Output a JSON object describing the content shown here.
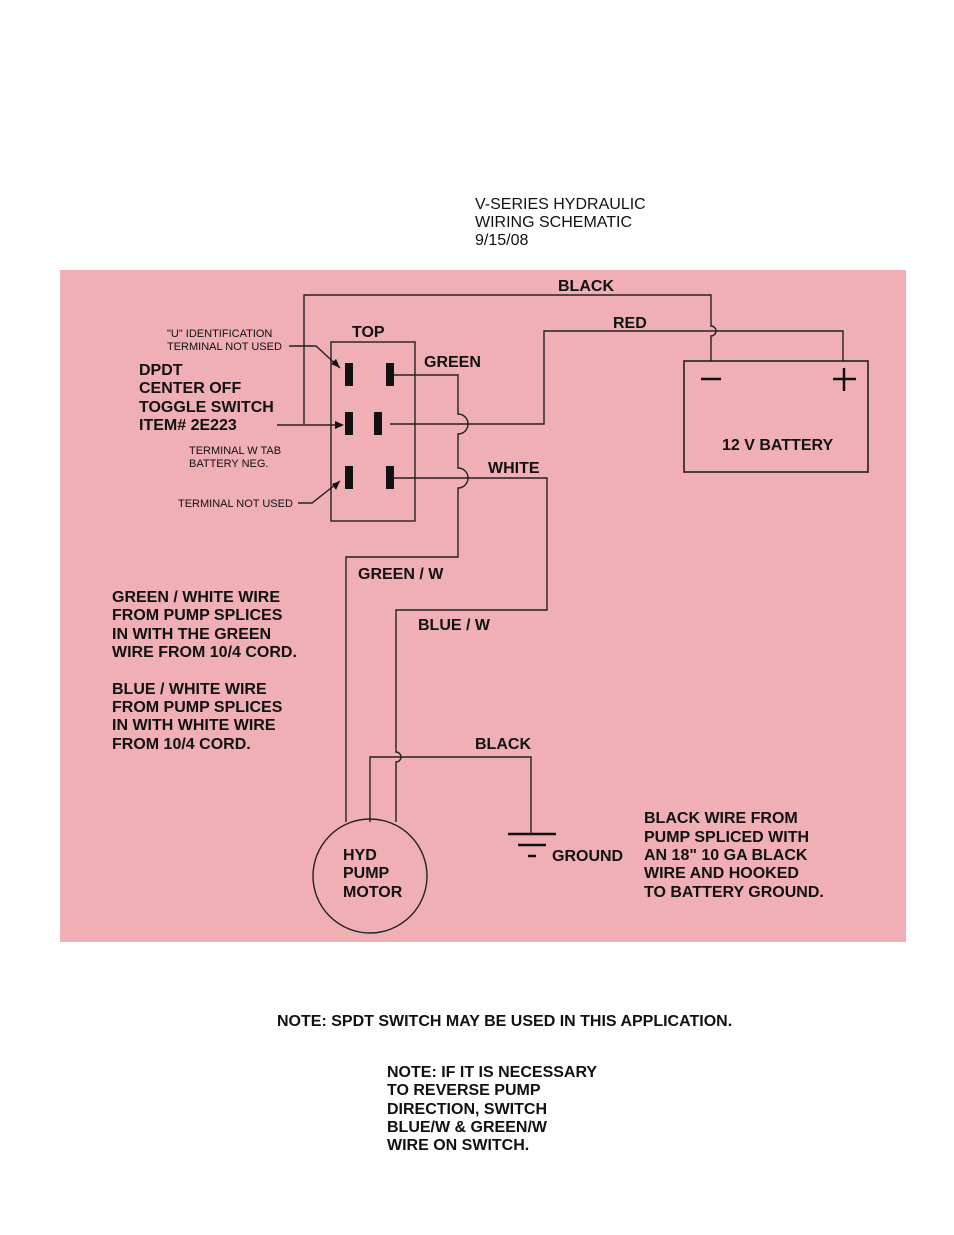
{
  "header": {
    "line1": "V-SERIES HYDRAULIC",
    "line2": "WIRING SCHEMATIC",
    "date": "9/15/08"
  },
  "colors": {
    "panel": "#efafb4",
    "ink": "#111111"
  },
  "wires": {
    "black_top": "BLACK",
    "red": "RED",
    "green": "GREEN",
    "white": "WHITE",
    "green_w": "GREEN / W",
    "blue_w": "BLUE / W",
    "black_ground": "BLACK"
  },
  "switch": {
    "top": "TOP",
    "title": [
      "DPDT",
      "CENTER OFF",
      "TOGGLE SWITCH",
      "ITEM# 2E223"
    ],
    "note_u": [
      "\"U\" IDENTIFICATION",
      "TERMINAL NOT USED"
    ],
    "note_tab": [
      "TERMINAL W TAB",
      "BATTERY NEG."
    ],
    "note_unused": "TERMINAL NOT USED"
  },
  "battery": {
    "label": "12 V BATTERY",
    "neg": "−",
    "pos": "+"
  },
  "motor": {
    "label": [
      "HYD",
      "PUMP",
      "MOTOR"
    ]
  },
  "ground": {
    "label": "GROUND"
  },
  "notes": {
    "splice_green": [
      "GREEN / WHITE WIRE",
      "FROM PUMP SPLICES",
      "IN WITH THE GREEN",
      "WIRE FROM 10/4 CORD."
    ],
    "splice_blue": [
      "BLUE / WHITE WIRE",
      "FROM PUMP SPLICES",
      "IN WITH WHITE WIRE",
      "FROM 10/4 CORD."
    ],
    "black_wire": [
      "BLACK WIRE FROM",
      "PUMP SPLICED WITH",
      "AN 18\" 10 GA BLACK",
      "WIRE AND HOOKED",
      "TO BATTERY GROUND."
    ],
    "spdt": "NOTE: SPDT SWITCH MAY BE USED IN THIS APPLICATION.",
    "reverse": [
      "NOTE: IF IT IS NECESSARY",
      "TO REVERSE PUMP",
      "DIRECTION, SWITCH",
      "BLUE/W & GREEN/W",
      "WIRE ON SWITCH."
    ]
  }
}
